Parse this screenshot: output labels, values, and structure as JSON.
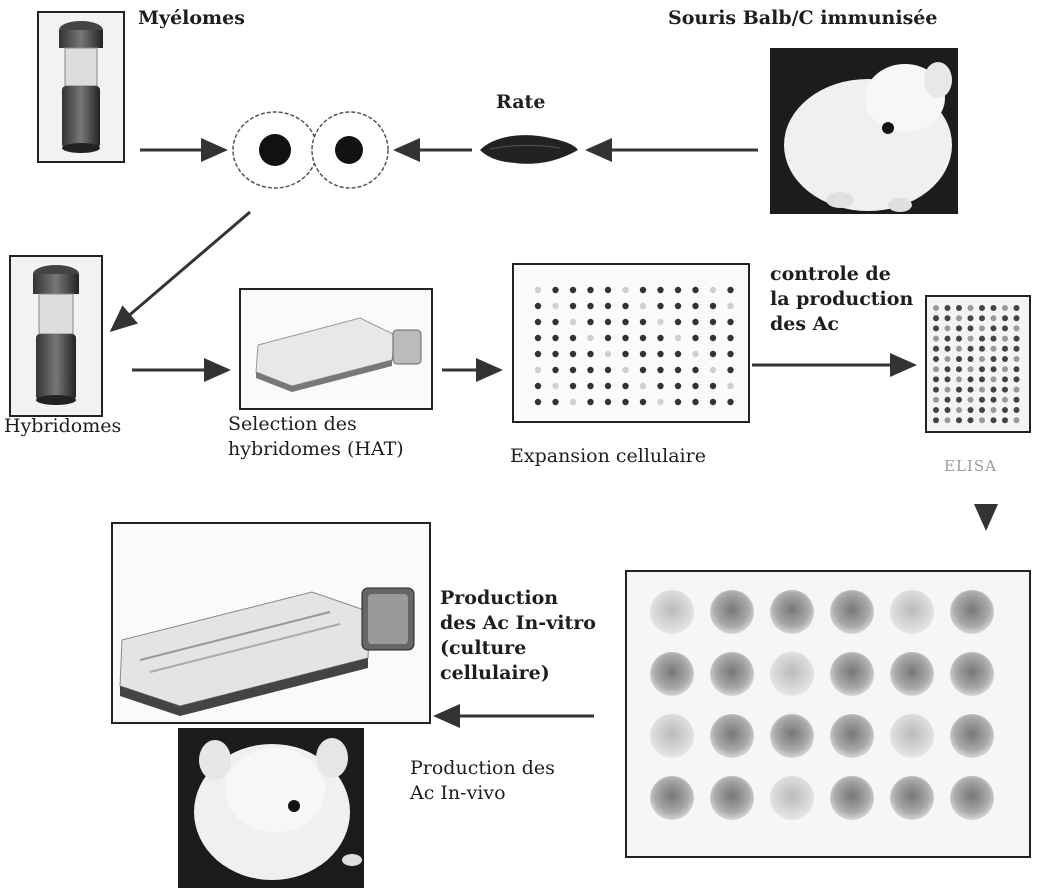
{
  "labels": {
    "myelomes": "Myélomes",
    "souris": "Souris Balb/C immunisée",
    "rate": "Rate",
    "hybridomes": "Hybridomes",
    "selection": "Selection des\nhybridomes (HAT)",
    "expansion": "Expansion cellulaire",
    "controle": "controle de\nla production\ndes Ac",
    "elisa": "ELISA",
    "production_in_vitro": "Production\ndes Ac In-vitro\n(culture\ncellulaire)",
    "production_in_vivo": "Production des\nAc In-vivo"
  },
  "icons": {
    "tube_myelomes": "cryovial-icon",
    "mouse_top": "mouse-photo",
    "spleen": "spleen-icon",
    "cells": "fused-cells-icon",
    "tube_hybridomes": "cryovial-icon",
    "flask_small": "culture-flask-icon",
    "plate_96": "96-well-plate-icon",
    "plate_elisa": "elisa-plate-icon",
    "flask_large": "culture-flask-icon",
    "plate_24": "24-well-plate-icon",
    "mouse_bottom": "mouse-photo"
  },
  "colors": {
    "arrow": "#333333",
    "dark": "#1a1a1a",
    "photo_bg": "#dcdcdc"
  }
}
